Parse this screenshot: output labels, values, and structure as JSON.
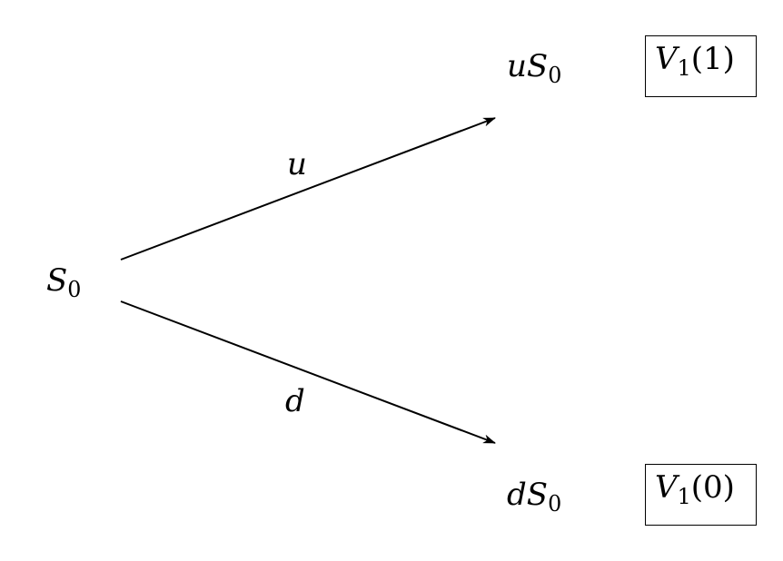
{
  "diagram": {
    "root": {
      "symbol": "S",
      "subscript": "0"
    },
    "up_node": {
      "prefix": "u",
      "symbol": "S",
      "subscript": "0"
    },
    "down_node": {
      "prefix": "d",
      "symbol": "S",
      "subscript": "0"
    },
    "up_edge_label": "u",
    "down_edge_label": "d",
    "up_value": {
      "symbol": "V",
      "subscript": "1",
      "arg": "(1)"
    },
    "down_value": {
      "symbol": "V",
      "subscript": "1",
      "arg": "(0)"
    },
    "line_color": "#000000"
  }
}
